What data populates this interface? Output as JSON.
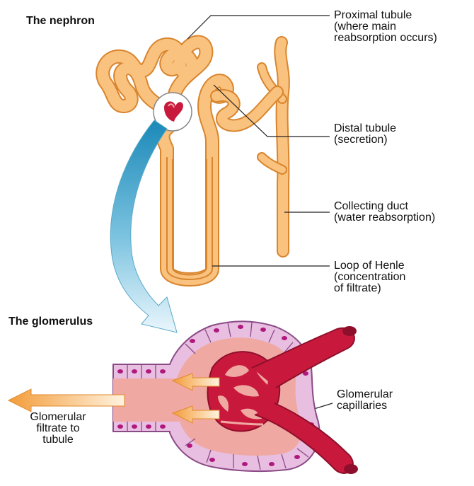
{
  "sections": {
    "nephron_title": "The nephron",
    "glomerulus_title": "The glomerulus"
  },
  "labels": {
    "proximal": [
      "Proximal tubule",
      "(where main",
      "reabsorption occurs)"
    ],
    "distal": [
      "Distal tubule",
      "(secretion)"
    ],
    "collecting": [
      "Collecting duct",
      "(water reabsorption)"
    ],
    "henle": [
      "Loop of Henle",
      "(concentration",
      "of filtrate)"
    ],
    "capillaries": [
      "Glomerular",
      "capillaries"
    ],
    "filtrate": [
      "Glomerular",
      "filtrate to",
      "tubule"
    ]
  },
  "colors": {
    "tubule_fill": "#f9c27e",
    "tubule_outline": "#d9852e",
    "capillary": "#c8193d",
    "capillary_dark": "#8e0f2b",
    "capsule_tissue": "#e8bfe0",
    "capsule_outline": "#8a4a86",
    "nucleus": "#b0187e",
    "bowman_space": "#f0a8a2",
    "zoom_arrow_top": "#1b89b8",
    "zoom_arrow_bottom": "#e6f4fb",
    "flow_arrow": "#f39c3a"
  }
}
